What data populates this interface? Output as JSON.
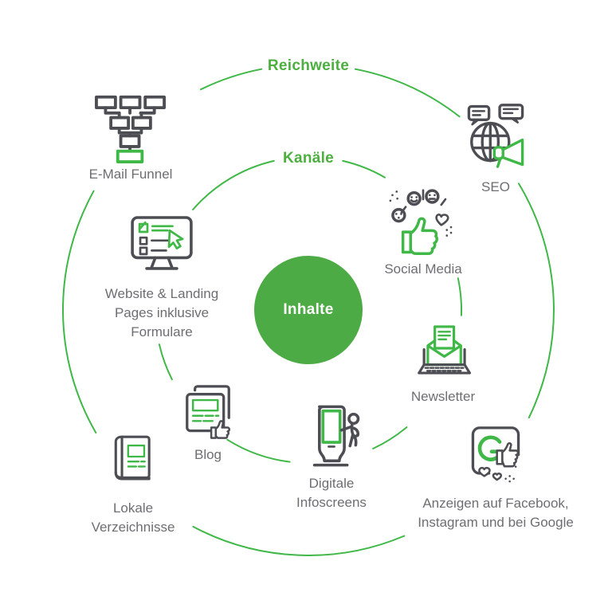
{
  "colors": {
    "background": "#ffffff",
    "green_line": "#3fb847",
    "green_fill": "#4cab44",
    "green_text": "#4caf3f",
    "icon_charcoal": "#4d4e53",
    "label_gray": "#6d6e71"
  },
  "rings": {
    "outer_label": "Reichweite",
    "inner_label": "Kanäle",
    "center_label": "Inhalte"
  },
  "nodes": {
    "email_funnel": {
      "label": "E-Mail Funnel",
      "icon": "email-funnel-icon"
    },
    "seo": {
      "label": "SEO",
      "icon": "globe-megaphone-icon"
    },
    "social_media": {
      "label": "Social Media",
      "icon": "thumbs-up-emojis-icon"
    },
    "website": {
      "line1": "Website & Landing",
      "line2": "Pages inklusive",
      "line3": "Formulare",
      "icon": "monitor-form-cursor-icon"
    },
    "newsletter": {
      "label": "Newsletter",
      "icon": "laptop-envelope-icon"
    },
    "blog": {
      "label": "Blog",
      "icon": "pages-thumbs-up-icon"
    },
    "infoscreens": {
      "line1": "Digitale",
      "line2": "Infoscreens",
      "icon": "kiosk-person-icon"
    },
    "lokale_verzeichnisse": {
      "line1": "Lokale",
      "line2": "Verzeichnisse",
      "icon": "book-icon"
    },
    "anzeigen": {
      "line1": "Anzeigen auf Facebook,",
      "line2": "Instagram und bei Google",
      "icon": "google-ads-thumbs-up-icon"
    }
  }
}
